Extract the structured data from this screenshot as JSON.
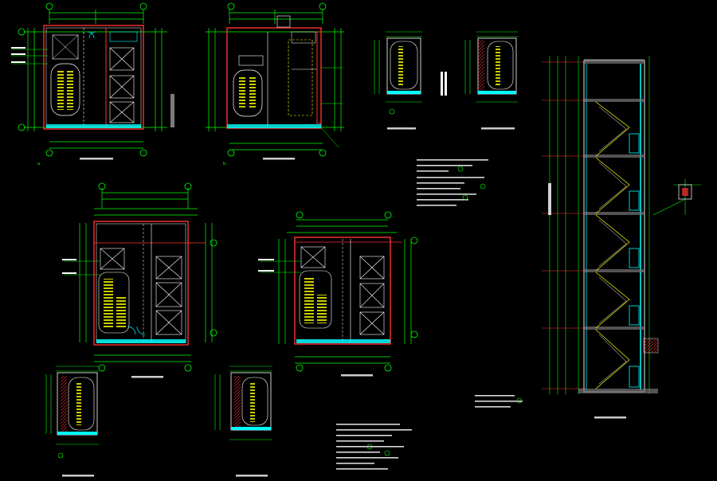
{
  "colors": {
    "background": "#000000",
    "dimension": "#00ff00",
    "wall": "#ff0000",
    "structure": "#00ffff",
    "stair": "#ffff00",
    "annotation": "#ffffff",
    "frame": "#ff3030",
    "cyan_fill": "#00ffff",
    "magenta": "#ff00ff"
  },
  "drawing": {
    "type": "architectural-stair-and-elevator-core-CAD-sheet",
    "plans_count": 8,
    "section_count": 1,
    "visible_markers": [
      "a",
      "b"
    ]
  }
}
